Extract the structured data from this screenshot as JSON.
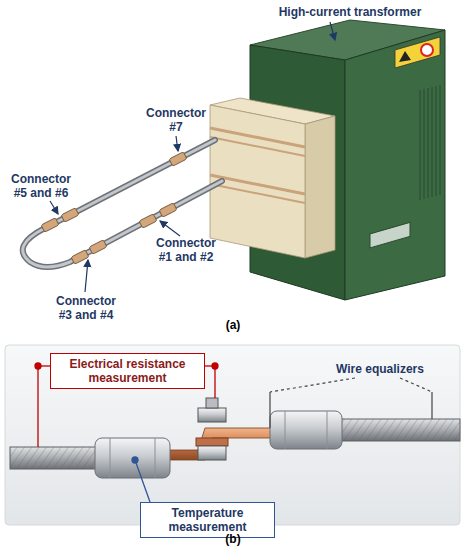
{
  "diagram": {
    "nodes": [
      {
        "text": [
          "Electrical resistance measurement"
        ]
      },
      {
        "text": [
          "Temperature measurement"
        ]
      }
    ],
    "labels": [
      "High-current transformer",
      "Connector #7",
      "Connector #5 and #6",
      "Connector #1 and #2",
      "Connector #3 and #4",
      "(a)",
      "Wire equalizers",
      "(b)"
    ]
  }
}
